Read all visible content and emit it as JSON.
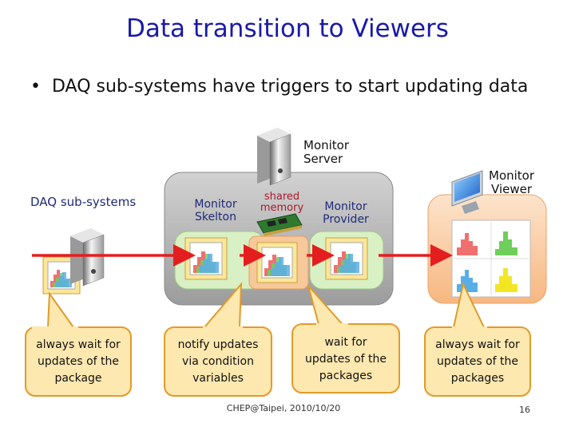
{
  "slide": {
    "title": "Data transition to Viewers",
    "bullet": "DAQ sub-systems have triggers to start updating data",
    "footer": "CHEP@Taipei, 2010/10/20",
    "page_number": "16"
  },
  "diagram": {
    "server_label": [
      "Monitor",
      "Server"
    ],
    "daq_label": "DAQ sub-systems",
    "skelton_label": [
      "Monitor",
      "Skelton"
    ],
    "shared_memory_label": [
      "shared",
      "memory"
    ],
    "provider_label": [
      "Monitor",
      "Provider"
    ],
    "viewer_label": [
      "Monitor",
      "Viewer"
    ],
    "callouts": {
      "daq": [
        "always wait for",
        "updates of the",
        "package"
      ],
      "skelton": [
        "notify updates",
        "via condition",
        "variables"
      ],
      "provider": [
        "wait for",
        "updates of the",
        "packages"
      ],
      "viewer": [
        "always wait for",
        "updates of the",
        "packages"
      ]
    },
    "colors": {
      "title": "#1a1aa8",
      "arrow": "#e41e1e",
      "server_box": "#b8b8b8",
      "viewer_box": "#fbd0a8",
      "callout_fill": "#fde8b0",
      "callout_stroke": "#e39a2a",
      "histogram_colors": [
        "#f07070",
        "#6ecf5a",
        "#5aaee8",
        "#f2e622"
      ]
    }
  }
}
